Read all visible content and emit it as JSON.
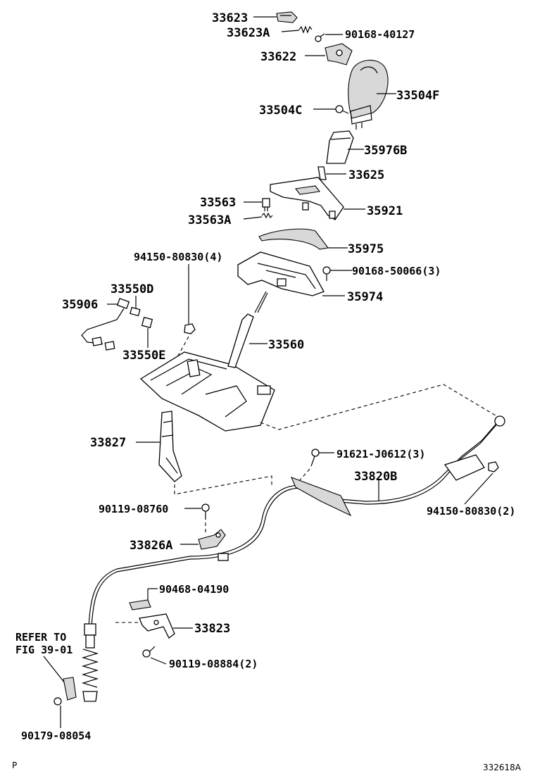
{
  "parts": {
    "p33623": "33623",
    "p33623A": "33623A",
    "p90168_40127": "90168-40127",
    "p33622": "33622",
    "p33504F": "33504F",
    "p33504C": "33504C",
    "p35976B": "35976B",
    "p33625": "33625",
    "p33563": "33563",
    "p33563A": "33563A",
    "p35921": "35921",
    "p35975": "35975",
    "p94150_80830_4": "94150-80830(4)",
    "p90168_50066_3": "90168-50066(3)",
    "p33550D": "33550D",
    "p35974": "35974",
    "p35906": "35906",
    "p33560": "33560",
    "p33550E": "33550E",
    "p33827": "33827",
    "p91621_J0612_3": "91621-J0612(3)",
    "p33820B": "33820B",
    "p94150_80830_2": "94150-80830(2)",
    "p90119_08760": "90119-08760",
    "p33826A": "33826A",
    "p90468_04190": "90468-04190",
    "p33823": "33823",
    "p90119_08884_2": "90119-08884(2)",
    "p90179_08054": "90179-08054"
  },
  "refer": {
    "line1": "REFER TO",
    "line2": "FIG 39-01"
  },
  "footer": {
    "left": "P",
    "right": "332618A"
  }
}
